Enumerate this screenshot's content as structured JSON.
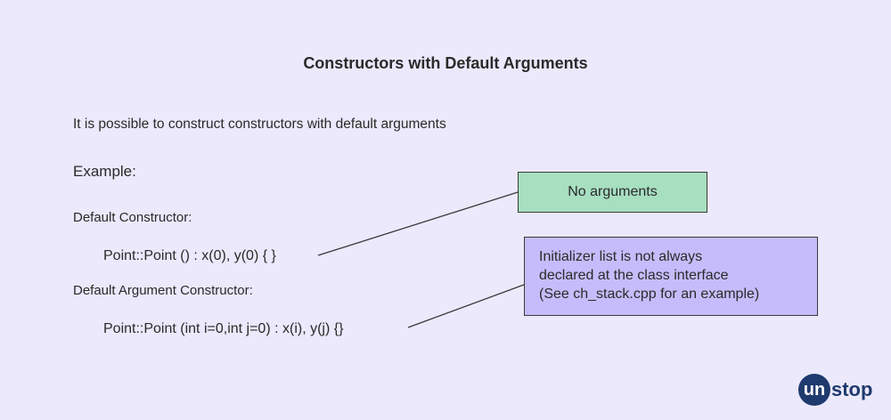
{
  "title": "Constructors with Default Arguments",
  "intro": "It is possible to construct constructors with default arguments",
  "example_label": "Example:",
  "default_constructor": {
    "label": "Default Constructor:",
    "code": "Point::Point () : x(0), y(0) { }"
  },
  "default_argument_constructor": {
    "label": "Default Argument Constructor:",
    "code": "Point::Point (int i=0,int j=0) : x(i), y(j) {}"
  },
  "callouts": {
    "no_arguments": "No arguments",
    "initializer": {
      "line1": "Initializer list is not always",
      "line2": "declared at the class interface",
      "line3": "(See ch_stack.cpp for an example)"
    }
  },
  "logo": {
    "circle_text": "un",
    "rest_text": "stop"
  },
  "colors": {
    "background": "#ebe9fb",
    "green_box": "#a7dfc1",
    "purple_box": "#c7bcfb",
    "logo": "#1f3a6e"
  }
}
